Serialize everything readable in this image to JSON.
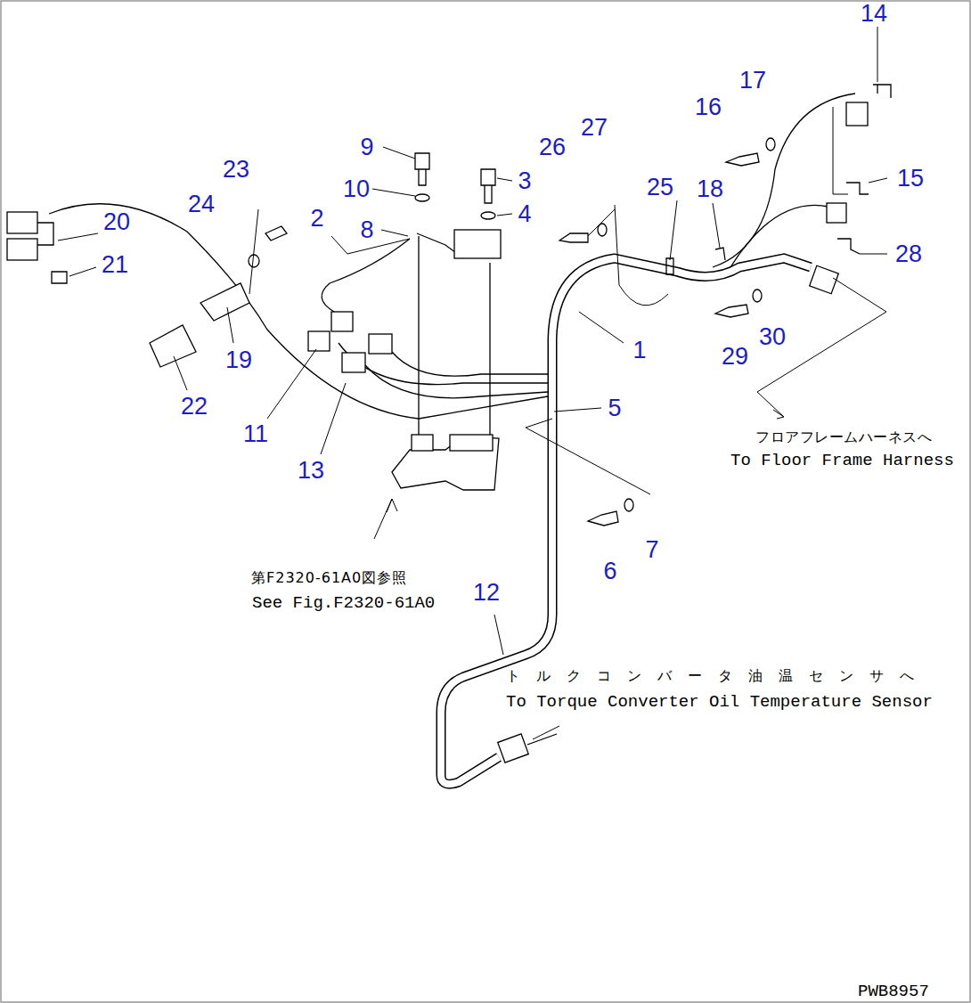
{
  "diagram": {
    "labels": [
      "1",
      "2",
      "3",
      "4",
      "5",
      "6",
      "7",
      "8",
      "9",
      "10",
      "11",
      "12",
      "13",
      "14",
      "15",
      "16",
      "17",
      "18",
      "19",
      "20",
      "21",
      "22",
      "23",
      "24",
      "25",
      "26",
      "27",
      "28",
      "29",
      "30",
      "フロアフレームハーネスへ",
      "To Floor Frame Harness",
      "第F2320-61A0図参照",
      "See Fig.F2320-61A0",
      "トルクコンバータ油温センサへ",
      "To Torque Converter Oil Temperature Sensor",
      "PWB8957"
    ]
  }
}
